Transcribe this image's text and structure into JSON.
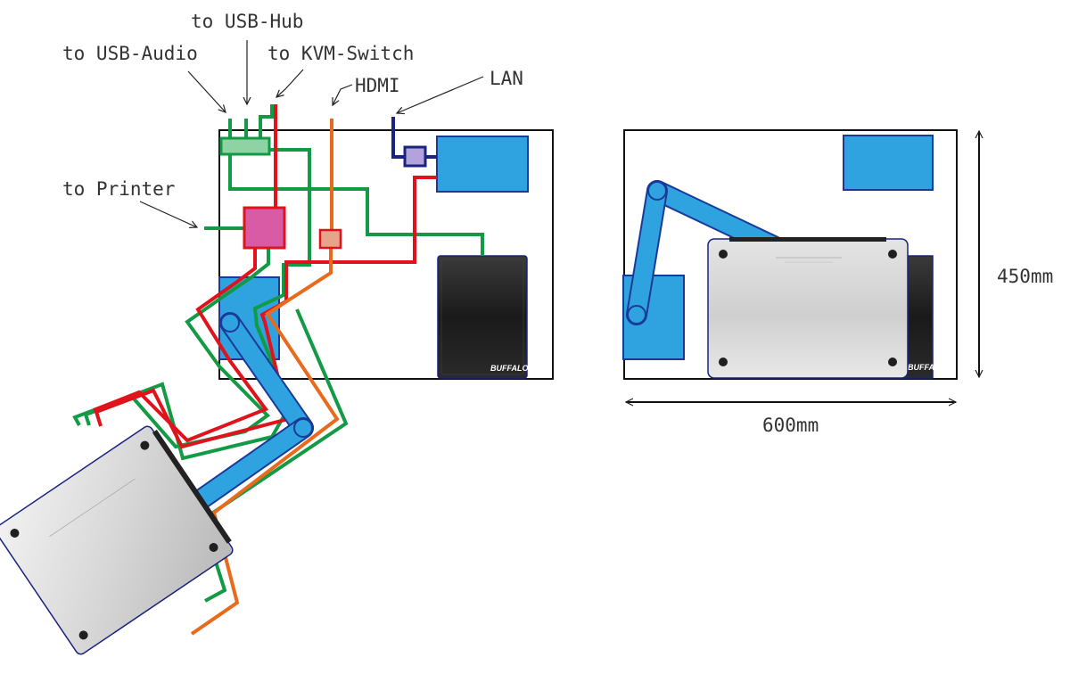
{
  "labels": {
    "usb_hub": "to USB-Hub",
    "usb_audio": "to USB-Audio",
    "kvm_switch": "to KVM-Switch",
    "hdmi": "HDMI",
    "lan": "LAN",
    "printer": "to Printer"
  },
  "dimensions": {
    "width": "600mm",
    "depth": "450mm"
  },
  "hdd_brand": "BUFFALO",
  "colors": {
    "usb_green": "#129a45",
    "power_red": "#e0131c",
    "hdmi_orange": "#ea6a1c",
    "lan_navy": "#1a237e",
    "monitor_arm_blue": "#2fa3e0",
    "hub_fill": "#8fd3a5",
    "kvm_fill": "#d95ba6",
    "hdmi_adapter_fill": "#e8a48a",
    "lan_adapter_fill": "#b3a3dc",
    "desk_outline": "#111111"
  }
}
